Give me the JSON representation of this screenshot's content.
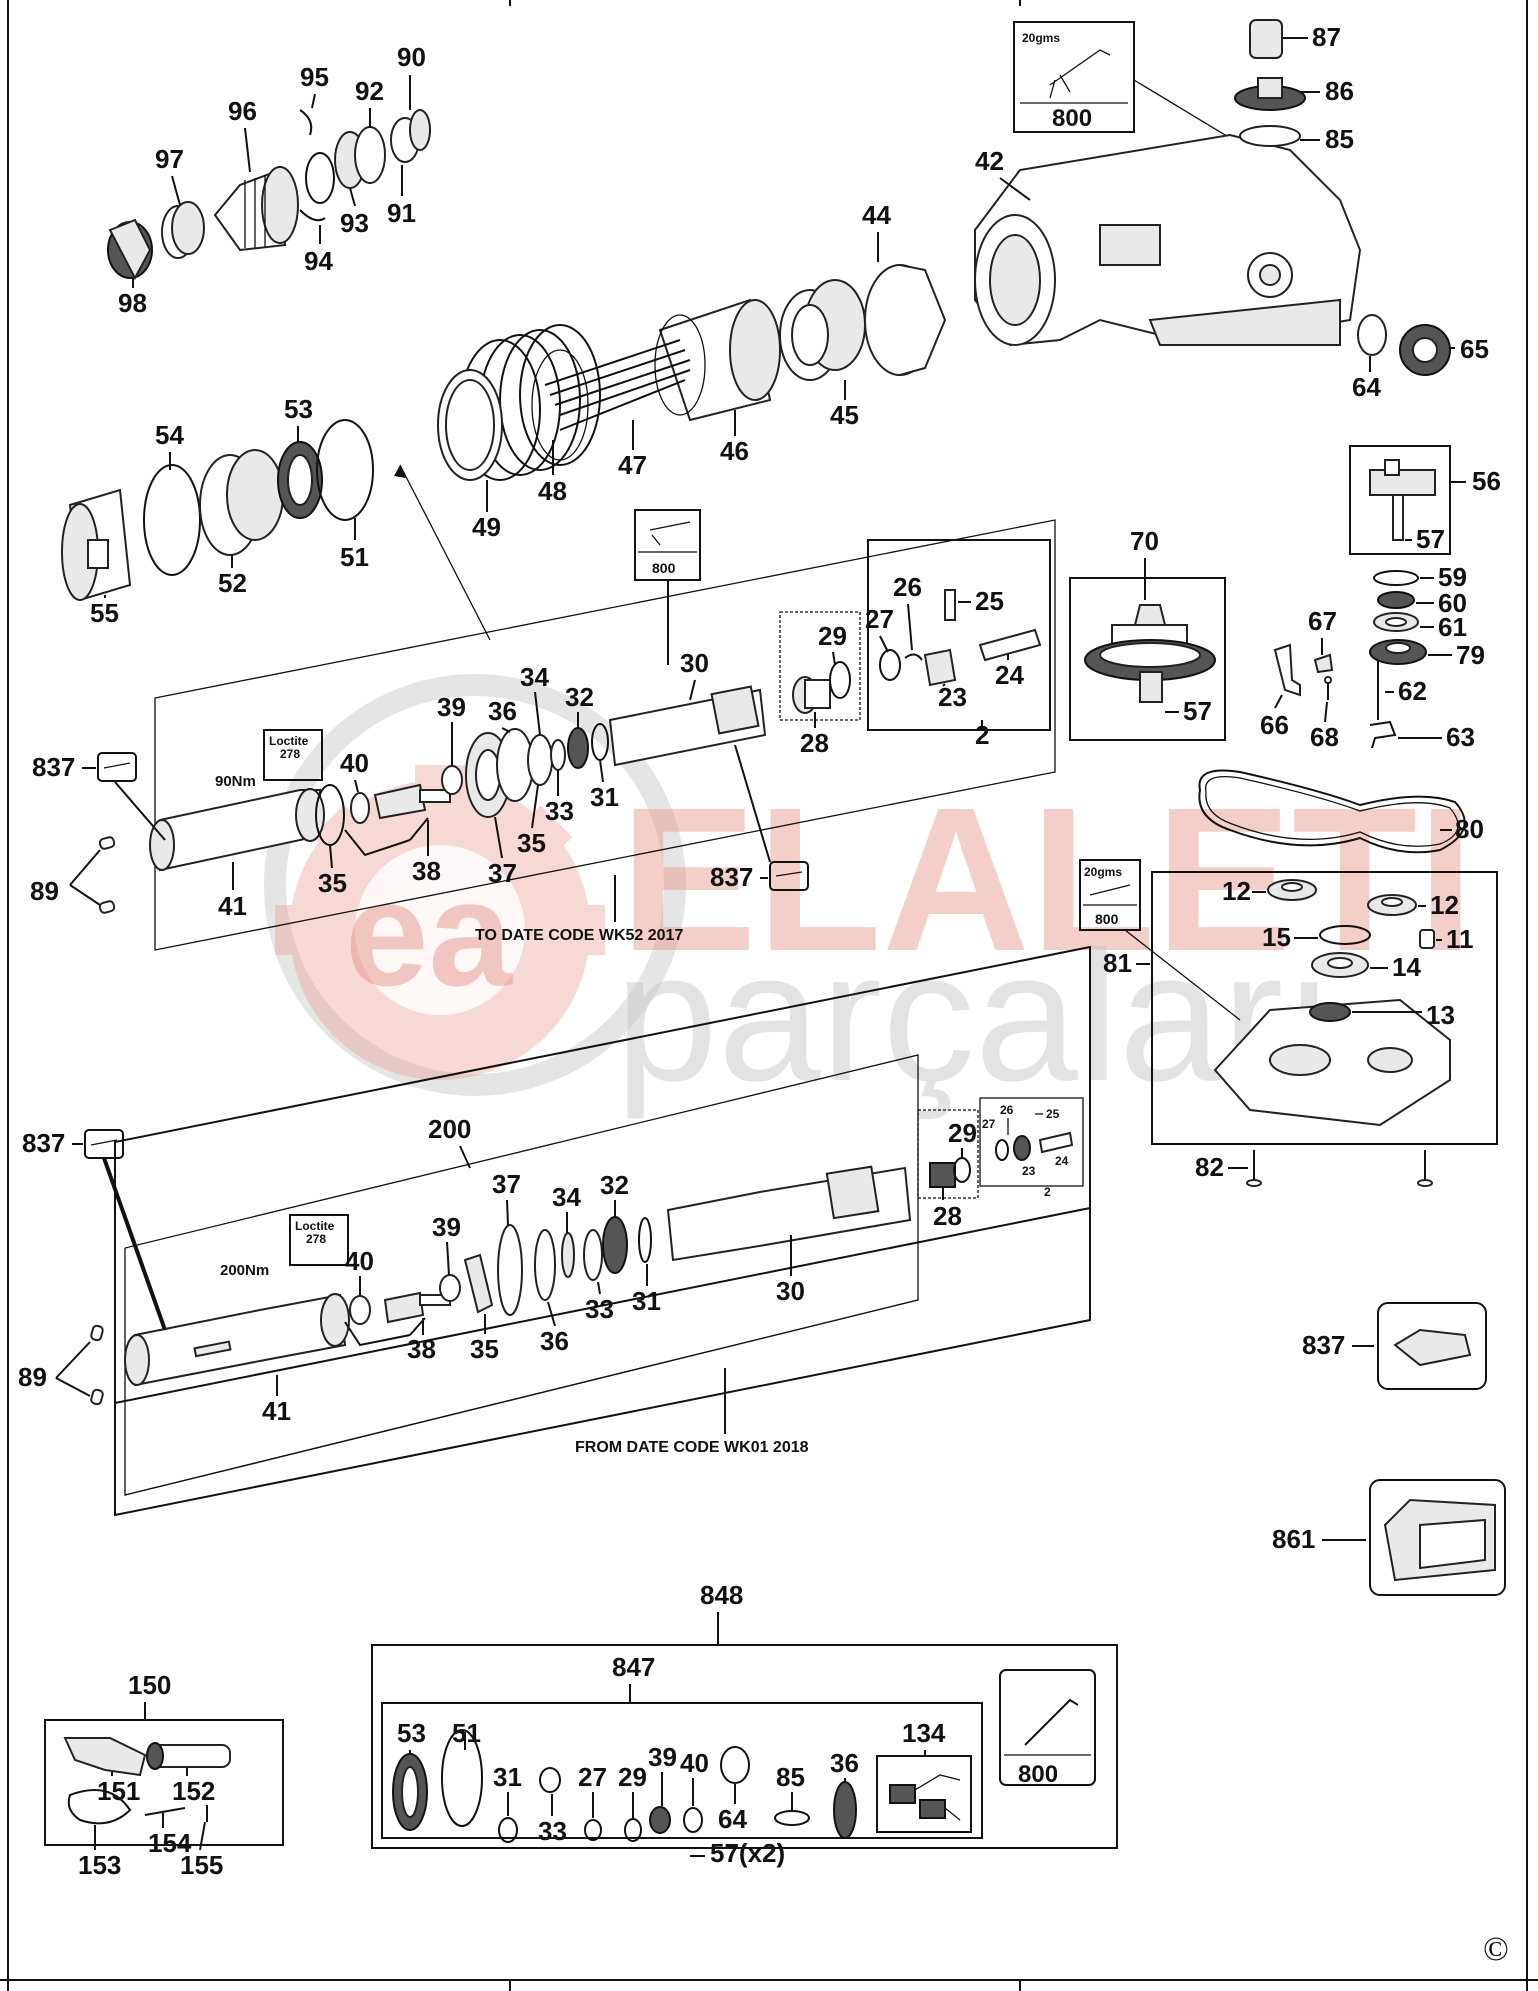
{
  "watermark": {
    "brand": "ELALETI",
    "sub": "parçaları",
    "logo": "ea"
  },
  "notes": {
    "to_date_code": "TO DATE CODE WK52 2017",
    "from_date_code": "FROM DATE CODE WK01 2018",
    "torque_old": "90Nm",
    "torque_new": "200Nm",
    "loctite": "Loctite",
    "loctite_num": "278",
    "grease_amount": "20gms",
    "copyright": "©"
  },
  "grease_box": {
    "number": "800"
  },
  "labels": {
    "p87": "87",
    "p86": "86",
    "p85": "85",
    "p42": "42",
    "p44": "44",
    "p45": "45",
    "p46": "46",
    "p47": "47",
    "p48": "48",
    "p49": "49",
    "p64": "64",
    "p65": "65",
    "p90": "90",
    "p91": "91",
    "p92": "92",
    "p93": "93",
    "p94": "94",
    "p95": "95",
    "p96": "96",
    "p97": "97",
    "p98": "98",
    "p53": "53",
    "p54": "54",
    "p51": "51",
    "p52": "52",
    "p55": "55",
    "p56": "56",
    "p57": "57",
    "p59": "59",
    "p60": "60",
    "p61": "61",
    "p79": "79",
    "p67": "67",
    "p62": "62",
    "p66": "66",
    "p68": "68",
    "p63": "63",
    "p70": "70",
    "p57b": "57",
    "p80": "80",
    "p30": "30",
    "p29": "29",
    "p28": "28",
    "p26": "26",
    "p25": "25",
    "p27": "27",
    "p23": "23",
    "p24": "24",
    "p2": "2",
    "p34": "34",
    "p32": "32",
    "p36": "36",
    "p39": "39",
    "p40": "40",
    "p33": "33",
    "p31": "31",
    "p35": "35",
    "p35b": "35",
    "p37": "37",
    "p38": "38",
    "p41": "41",
    "p837a": "837",
    "p837b": "837",
    "p89a": "89",
    "p12a": "12",
    "p12b": "12",
    "p15": "15",
    "p11": "11",
    "p14": "14",
    "p13": "13",
    "p81": "81",
    "p82": "82",
    "p200": "200",
    "p837c": "837",
    "p89b": "89",
    "n37": "37",
    "n34": "34",
    "n32": "32",
    "n39": "39",
    "n40": "40",
    "n29": "29",
    "n26": "26",
    "n27": "27",
    "n25": "25",
    "n23": "23",
    "n24": "24",
    "n2": "2",
    "n28": "28",
    "n30": "30",
    "n31": "31",
    "n33": "33",
    "n36": "36",
    "n35": "35",
    "n38": "38",
    "n41": "41",
    "p837d": "837",
    "p861": "861",
    "p848": "848",
    "p847": "847",
    "p150": "150",
    "p151": "151",
    "p152": "152",
    "p153": "153",
    "p154": "154",
    "p155": "155",
    "k53": "53",
    "k51": "51",
    "k31": "31",
    "k33": "33",
    "k27": "27",
    "k29": "29",
    "k39": "39",
    "k40": "40",
    "k64": "64",
    "k85": "85",
    "k36": "36",
    "k134": "134",
    "k57": "57(x2)"
  }
}
